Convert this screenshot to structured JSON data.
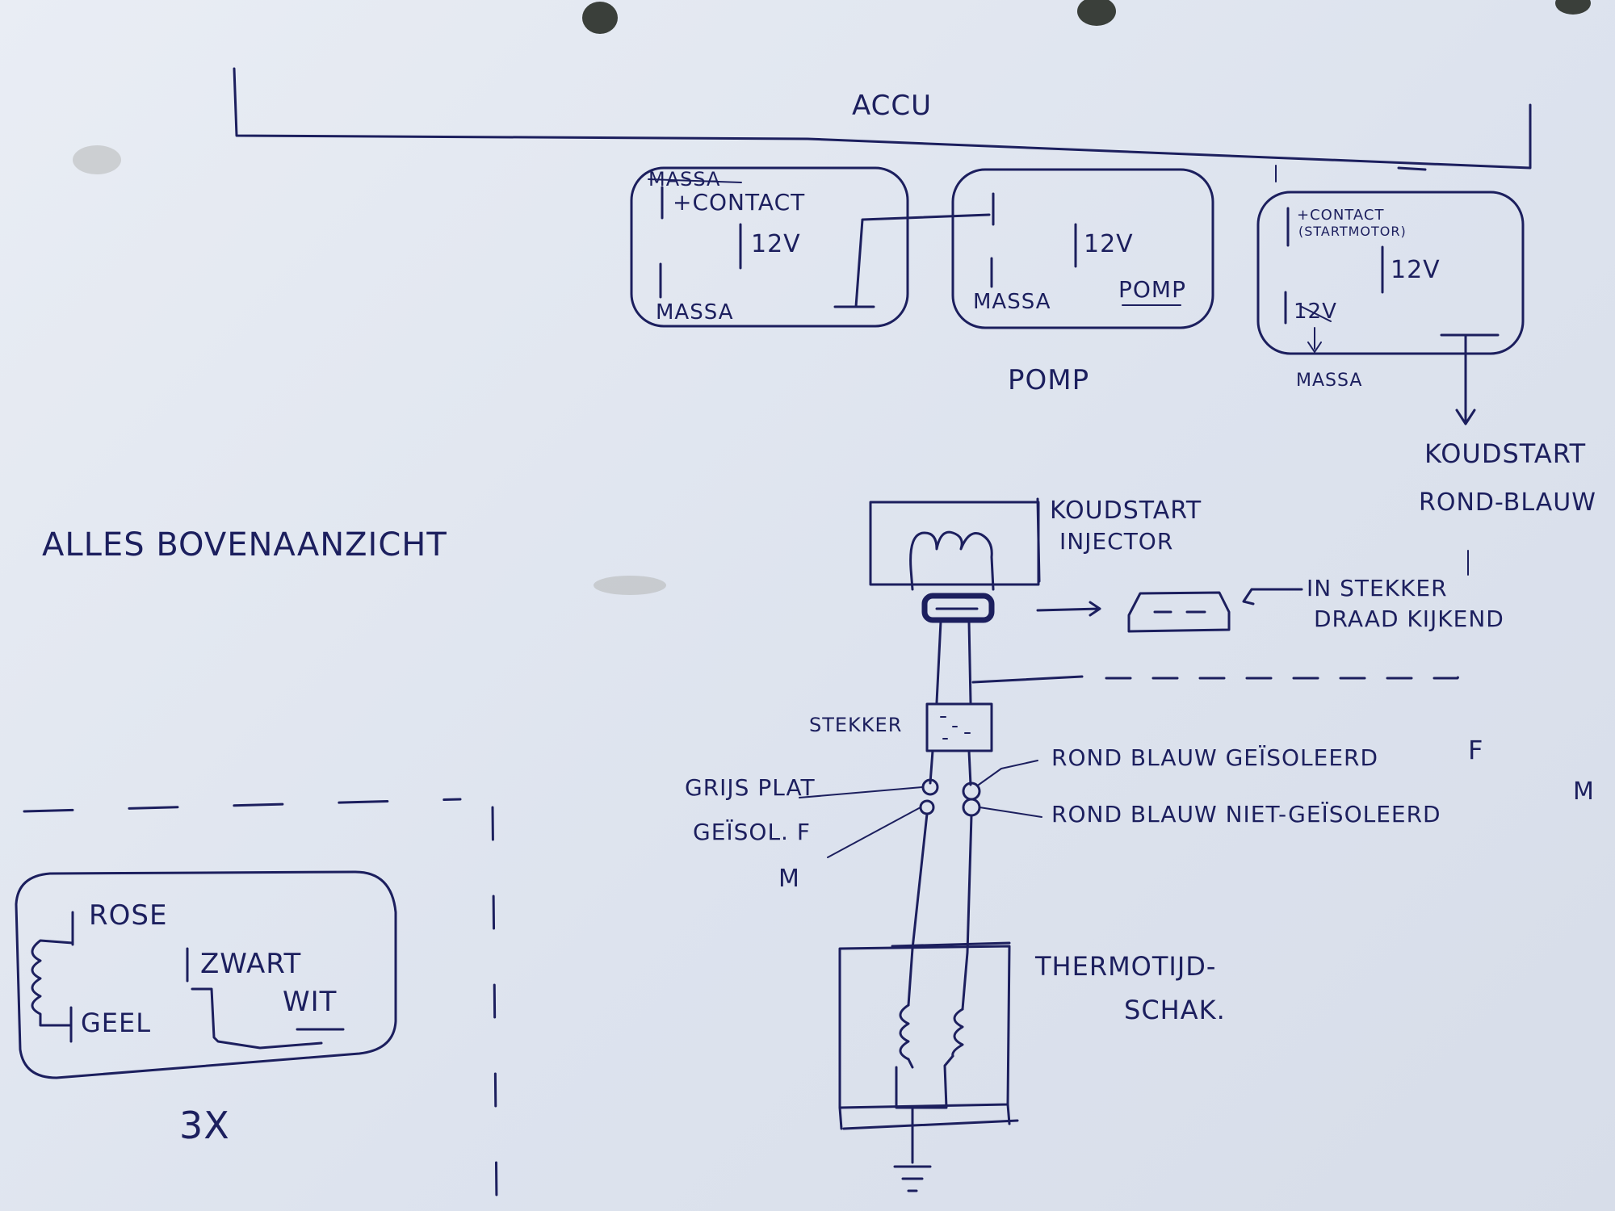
{
  "labels": {
    "accu": "ACCU",
    "relay1_strike": "MASSA",
    "relay1_top": "+CONTACT",
    "relay1_coil": "12V",
    "relay1_bottom": "MASSA",
    "relay2_coil": "12V",
    "relay2_bottom": "MASSA",
    "relay2_name": "POMP",
    "pomp_caption": "POMP",
    "relay3_top1": "+CONTACT",
    "relay3_top2": "(STARTMOTOR)",
    "relay3_coil": "12V",
    "relay3_left": "12V",
    "relay3_massa": "MASSA",
    "koudstart_right": "KOUDSTART",
    "rond_blauw_right": "ROND-BLAUW",
    "alles_bovenaanzicht": "ALLES BOVENAANZICHT",
    "koudstart_injector_1": "KOUDSTART",
    "koudstart_injector_2": "INJECTOR",
    "in_stekker_1": "IN STEKKER",
    "in_stekker_2": "DRAAD KIJKEND",
    "stekker": "STEKKER",
    "rond_blauw_geisoleerd": "ROND BLAUW GEÏSOLEERD",
    "rond_blauw_f": "F",
    "rond_blauw_niet": "ROND BLAUW NIET-GEÏSOLEERD",
    "rond_blauw_m": "M",
    "grijs_plat": "GRIJS PLAT",
    "geisol_f": "GEÏSOL. F",
    "m_label": "M",
    "thermotijd_1": "THERMOTIJD-",
    "thermotijd_2": "SCHAK.",
    "rose": "ROSE",
    "geel": "GEEL",
    "zwart": "ZWART",
    "wit": "WIT",
    "times": "3X"
  }
}
